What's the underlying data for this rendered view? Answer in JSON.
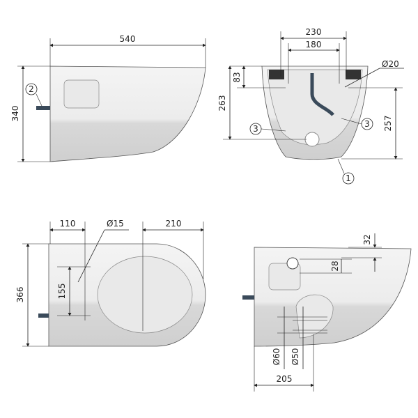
{
  "side_view": {
    "width": "540",
    "height": "340",
    "callout": "2"
  },
  "back_view": {
    "outer_width": "230",
    "inner_width": "180",
    "diameter": "Ø20",
    "top_offset": "83",
    "left_height": "263",
    "right_height": "257",
    "callout_left": "3",
    "callout_right": "3",
    "callout_bottom": "1"
  },
  "top_view": {
    "left_offset": "110",
    "diameter": "Ø15",
    "right_offset": "210",
    "depth": "366",
    "spacing": "155"
  },
  "section_view": {
    "top_offset": "32",
    "inlet_height": "28",
    "outlet_outer": "Ø60",
    "outlet_inner": "Ø50",
    "outlet_distance": "205"
  },
  "colors": {
    "line": "#222222",
    "body_light": "#f2f2f2",
    "body_shade": "#d6d6d6",
    "pipe": "#3a4a5a"
  }
}
